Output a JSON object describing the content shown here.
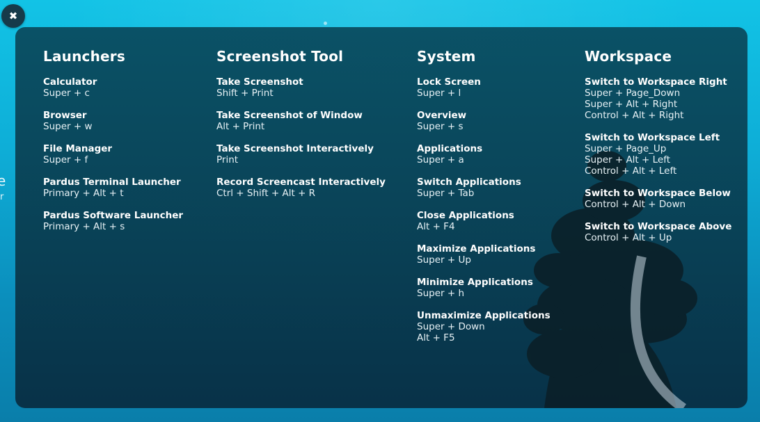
{
  "close_button": {
    "icon": "close-icon",
    "glyph": "✖"
  },
  "edge_fragments": {
    "a": "e",
    "b": "r"
  },
  "columns": [
    {
      "title": "Launchers",
      "items": [
        {
          "name": "Calculator",
          "keys": [
            "Super + c"
          ]
        },
        {
          "name": "Browser",
          "keys": [
            "Super + w"
          ]
        },
        {
          "name": "File Manager",
          "keys": [
            "Super + f"
          ]
        },
        {
          "name": "Pardus Terminal Launcher",
          "keys": [
            "Primary + Alt + t"
          ]
        },
        {
          "name": "Pardus Software Launcher",
          "keys": [
            "Primary + Alt + s"
          ]
        }
      ]
    },
    {
      "title": "Screenshot Tool",
      "items": [
        {
          "name": "Take Screenshot",
          "keys": [
            "Shift + Print"
          ]
        },
        {
          "name": "Take Screenshot of Window",
          "keys": [
            "Alt + Print"
          ]
        },
        {
          "name": "Take Screenshot Interactively",
          "keys": [
            "Print"
          ]
        },
        {
          "name": "Record Screencast Interactively",
          "keys": [
            "Ctrl + Shift + Alt + R"
          ]
        }
      ]
    },
    {
      "title": "System",
      "items": [
        {
          "name": "Lock Screen",
          "keys": [
            "Super + l"
          ]
        },
        {
          "name": "Overview",
          "keys": [
            "Super + s"
          ]
        },
        {
          "name": "Applications",
          "keys": [
            "Super + a"
          ]
        },
        {
          "name": "Switch Applications",
          "keys": [
            "Super + Tab"
          ]
        },
        {
          "name": "Close Applications",
          "keys": [
            "Alt + F4"
          ]
        },
        {
          "name": "Maximize Applications",
          "keys": [
            "Super + Up"
          ]
        },
        {
          "name": "Minimize Applications",
          "keys": [
            "Super + h"
          ]
        },
        {
          "name": "Unmaximize Applications",
          "keys": [
            "Super + Down",
            "Alt + F5"
          ]
        }
      ]
    },
    {
      "title": "Workspace",
      "items": [
        {
          "name": "Switch to Workspace Right",
          "keys": [
            "Super + Page_Down",
            "Super + Alt + Right",
            "Control + Alt + Right"
          ]
        },
        {
          "name": "Switch to Workspace Left",
          "keys": [
            "Super + Page_Up",
            "Super + Alt + Left",
            "Control + Alt + Left"
          ]
        },
        {
          "name": "Switch to Workspace Below",
          "keys": [
            "Control + Alt + Down"
          ]
        },
        {
          "name": "Switch to Workspace Above",
          "keys": [
            "Control + Alt + Up"
          ]
        }
      ]
    }
  ],
  "colors": {
    "panel": "#0a4e62",
    "desktop": "#12c3e6",
    "close_button": "#163a4a",
    "text": "#ffffff"
  }
}
